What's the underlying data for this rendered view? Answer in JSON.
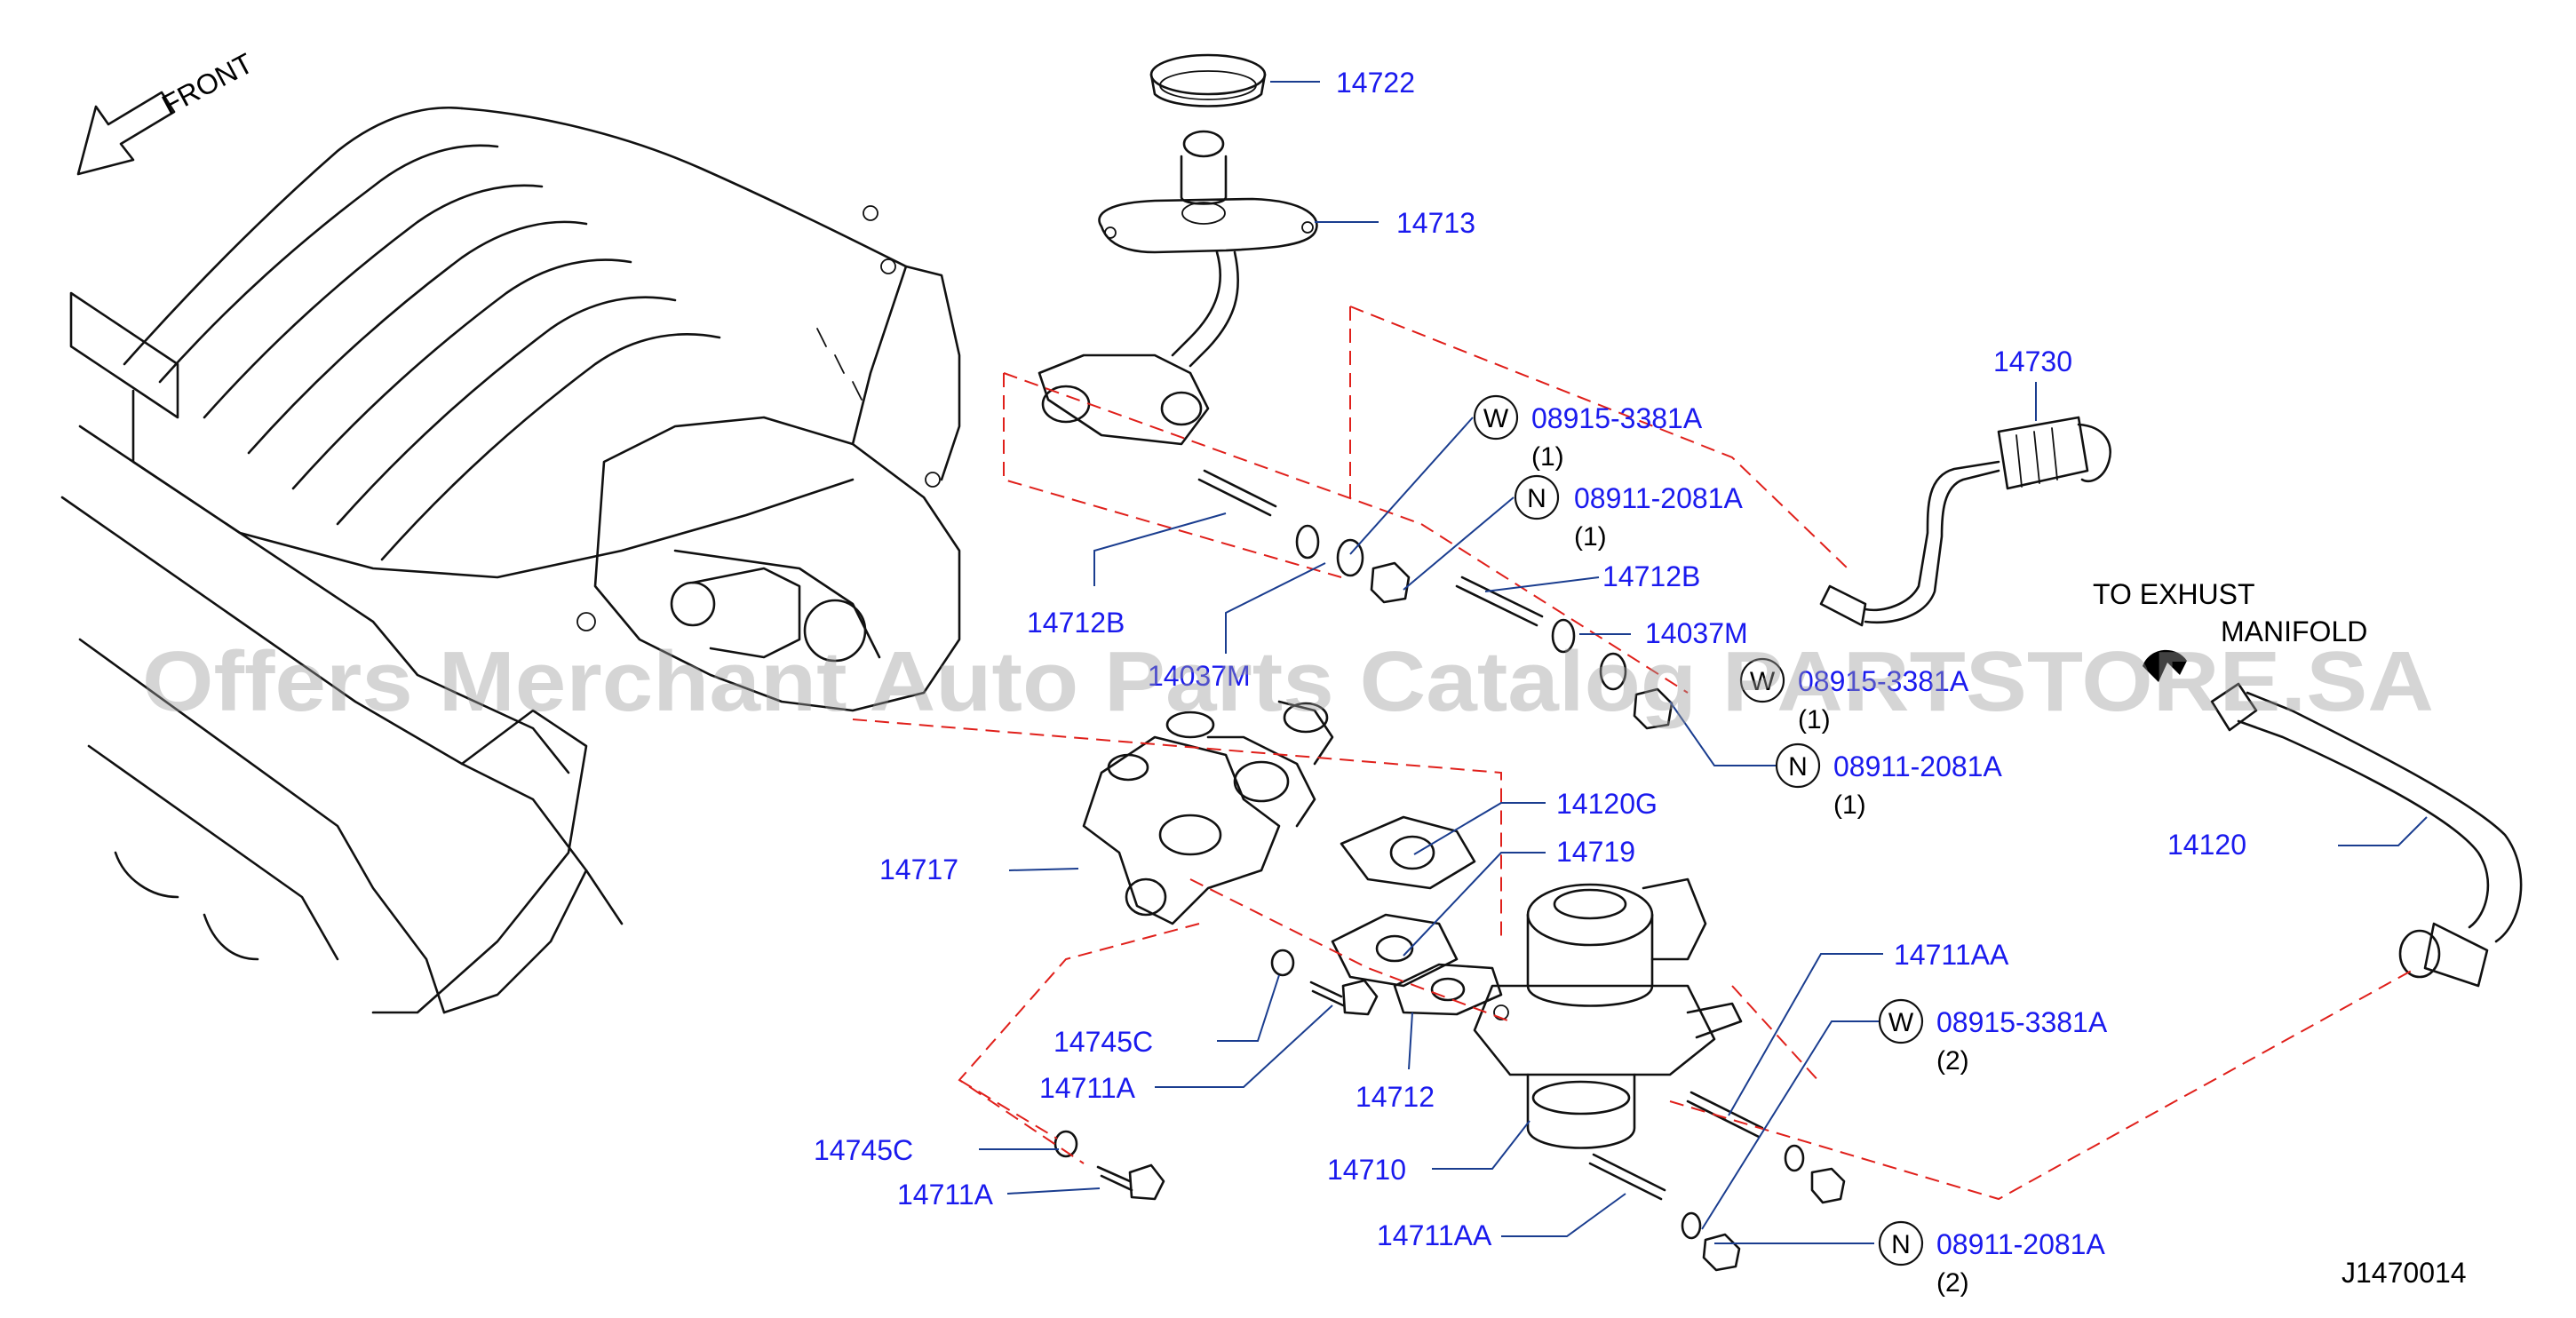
{
  "front_label": "FRONT",
  "watermark": "Offers Merchant Auto Parts Catalog PARTSTORE.SA",
  "exhaust_note": [
    "TO  EXHUST",
    "MANIFOLD"
  ],
  "diagram_id": "J1470014",
  "parts": {
    "p14722": "14722",
    "p14713": "14713",
    "p14730": "14730",
    "p14712B_left": "14712B",
    "p14712B_right": "14712B",
    "p14037M": "14037M",
    "p14037M_lower": "14037M",
    "p14120G": "14120G",
    "p14719": "14719",
    "p14717": "14717",
    "p14120": "14120",
    "p14711AA_upper": "14711AA",
    "p14711AA_lower": "14711AA",
    "p14745C_upper": "14745C",
    "p14745C_lower": "14745C",
    "p14711A_upper": "14711A",
    "p14711A_lower": "14711A",
    "p14712": "14712",
    "p14710": "14710"
  },
  "fasteners": {
    "w1": {
      "badge": "W",
      "code": "08915-3381A",
      "qty": "(1)"
    },
    "n1": {
      "badge": "N",
      "code": "08911-2081A",
      "qty": "(1)"
    },
    "w2": {
      "badge": "W",
      "code": "08915-3381A",
      "qty": "(1)"
    },
    "n2": {
      "badge": "N",
      "code": "08911-2081A",
      "qty": "(1)"
    },
    "w3": {
      "badge": "W",
      "code": "08915-3381A",
      "qty": "(2)"
    },
    "n3": {
      "badge": "N",
      "code": "08911-2081A",
      "qty": "(2)"
    }
  },
  "colors": {
    "label": "#1a1aee",
    "leader": "#1a3d8f",
    "dashed_line": "#e0201b",
    "watermark": "#9a9a9a"
  }
}
